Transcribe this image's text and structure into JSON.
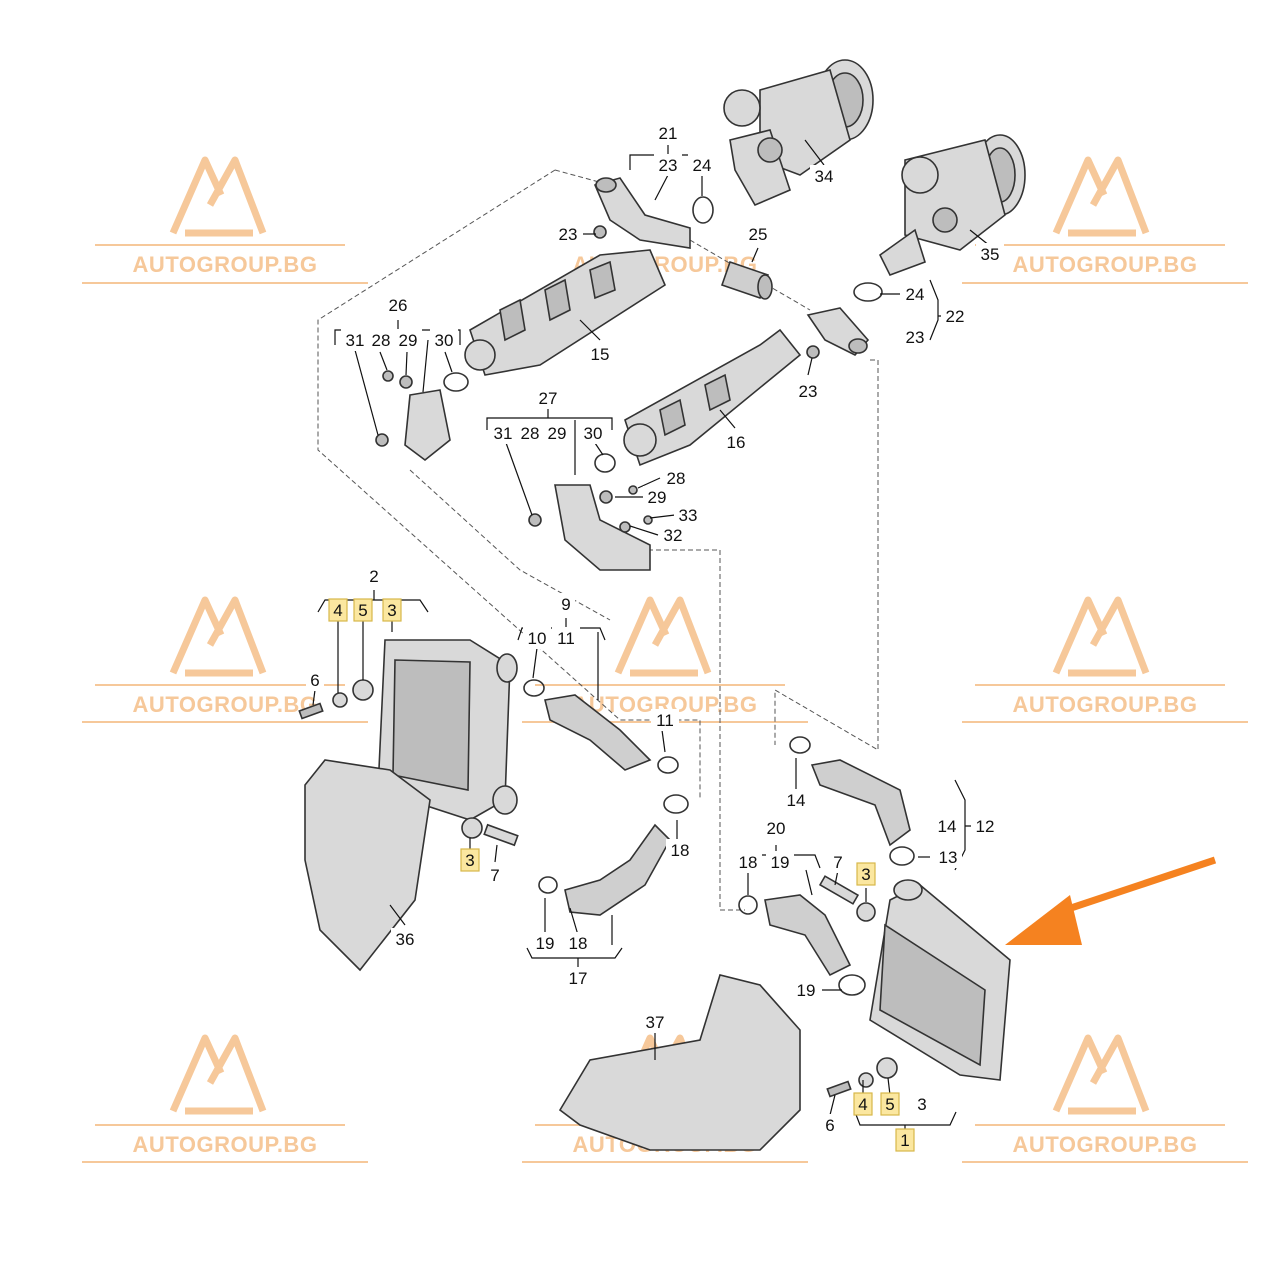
{
  "watermark": {
    "text": "AUTOGROUP.BG",
    "color": "#f6c89a"
  },
  "arrow_color": "#f58220",
  "callouts": [
    {
      "id": "21",
      "text": "21"
    },
    {
      "id": "23a",
      "text": "23"
    },
    {
      "id": "24a",
      "text": "24"
    },
    {
      "id": "34",
      "text": "34"
    },
    {
      "id": "23b",
      "text": "23"
    },
    {
      "id": "25",
      "text": "25"
    },
    {
      "id": "35",
      "text": "35"
    },
    {
      "id": "24b",
      "text": "24"
    },
    {
      "id": "22",
      "text": "22"
    },
    {
      "id": "23c",
      "text": "23"
    },
    {
      "id": "26",
      "text": "26"
    },
    {
      "id": "31a",
      "text": "31"
    },
    {
      "id": "28a",
      "text": "28"
    },
    {
      "id": "29a",
      "text": "29"
    },
    {
      "id": "30a",
      "text": "30"
    },
    {
      "id": "15",
      "text": "15"
    },
    {
      "id": "23d",
      "text": "23"
    },
    {
      "id": "27",
      "text": "27"
    },
    {
      "id": "31b",
      "text": "31"
    },
    {
      "id": "28b",
      "text": "28"
    },
    {
      "id": "29b",
      "text": "29"
    },
    {
      "id": "30b",
      "text": "30"
    },
    {
      "id": "16",
      "text": "16"
    },
    {
      "id": "28c",
      "text": "28"
    },
    {
      "id": "29c",
      "text": "29"
    },
    {
      "id": "33",
      "text": "33"
    },
    {
      "id": "32",
      "text": "32"
    },
    {
      "id": "2",
      "text": "2"
    },
    {
      "id": "4a",
      "text": "4",
      "highlight": true
    },
    {
      "id": "5a",
      "text": "5",
      "highlight": true
    },
    {
      "id": "3a",
      "text": "3",
      "highlight": true
    },
    {
      "id": "6a",
      "text": "6"
    },
    {
      "id": "9",
      "text": "9"
    },
    {
      "id": "10",
      "text": "10"
    },
    {
      "id": "11a",
      "text": "11"
    },
    {
      "id": "11b",
      "text": "11"
    },
    {
      "id": "3b",
      "text": "3",
      "highlight": true
    },
    {
      "id": "7a",
      "text": "7"
    },
    {
      "id": "18a",
      "text": "18"
    },
    {
      "id": "36",
      "text": "36"
    },
    {
      "id": "19a",
      "text": "19"
    },
    {
      "id": "18b",
      "text": "18"
    },
    {
      "id": "17",
      "text": "17"
    },
    {
      "id": "14a",
      "text": "14"
    },
    {
      "id": "14b",
      "text": "14"
    },
    {
      "id": "12",
      "text": "12"
    },
    {
      "id": "13",
      "text": "13"
    },
    {
      "id": "20",
      "text": "20"
    },
    {
      "id": "18c",
      "text": "18"
    },
    {
      "id": "19b",
      "text": "19"
    },
    {
      "id": "7b",
      "text": "7"
    },
    {
      "id": "3c",
      "text": "3",
      "highlight": true
    },
    {
      "id": "19c",
      "text": "19"
    },
    {
      "id": "37",
      "text": "37"
    },
    {
      "id": "4b",
      "text": "4",
      "highlight": true
    },
    {
      "id": "5b",
      "text": "5",
      "highlight": true
    },
    {
      "id": "3d",
      "text": "3"
    },
    {
      "id": "6b",
      "text": "6"
    },
    {
      "id": "1",
      "text": "1",
      "highlight": true
    }
  ]
}
